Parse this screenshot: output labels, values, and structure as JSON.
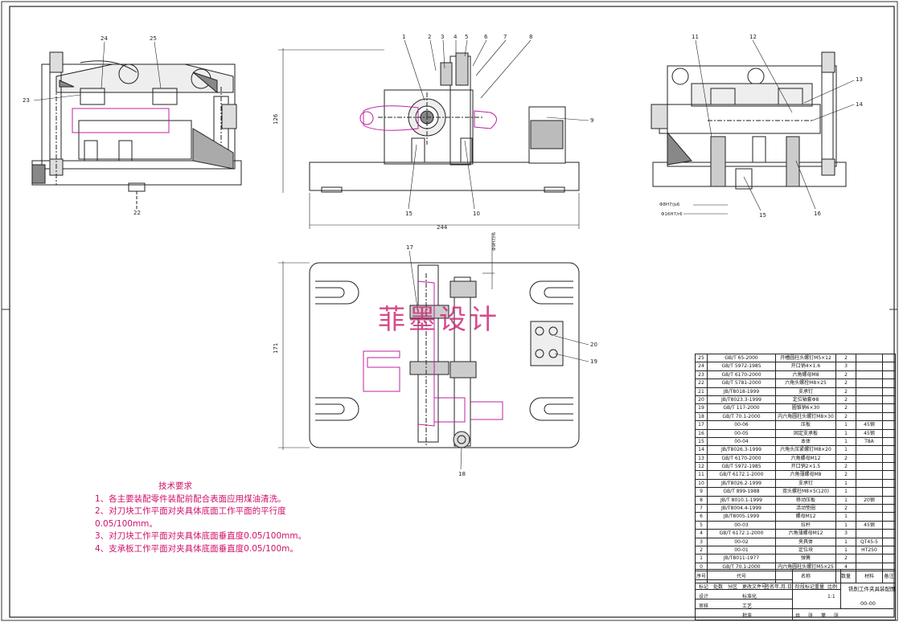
{
  "watermark": "菲墨设计",
  "notes": {
    "title": "技术要求",
    "lines": [
      "1、各主要装配零件装配前配合表面应用煤油清洗。",
      "2、对刀块工作平面对夹具体底面工作平面的平行度",
      "0.05/100mm。",
      "3、对刀块工作平面对夹具体底面垂直度0.05/100mm。",
      "4、支承板工作平面对夹具体底面垂直度0.05/100m。"
    ]
  },
  "callouts": {
    "front": [
      "1",
      "2",
      "3",
      "4",
      "5",
      "6",
      "7",
      "8",
      "9",
      "10",
      "15",
      "22",
      "23",
      "24",
      "25"
    ],
    "side": [
      "11",
      "12",
      "13",
      "14",
      "15",
      "16"
    ],
    "top": [
      "17",
      "18",
      "19",
      "20"
    ]
  },
  "dimensions": {
    "width_front": "244",
    "height_front": "126",
    "height_top": "171",
    "fit_1": "Φ8H7/js6",
    "fit_2": "Φ16H7/r6",
    "fit_3": "Φ9H7/r6"
  },
  "bom": {
    "rows": [
      [
        "25",
        "GB/T 65-2000",
        "开槽圆柱头螺钉M5×12",
        "2",
        "",
        ""
      ],
      [
        "24",
        "GB/T 5972-1985",
        "开口销4×1.6",
        "3",
        "",
        ""
      ],
      [
        "23",
        "GB/T 6170-2000",
        "六角螺母M8",
        "2",
        "",
        ""
      ],
      [
        "22",
        "GB/T 5781-2000",
        "六角头螺栓M8×25",
        "2",
        "",
        ""
      ],
      [
        "21",
        "JB/T8018-1999",
        "支承钉",
        "2",
        "",
        ""
      ],
      [
        "20",
        "JB/T8023.3-1999",
        "定位轴套Φ8",
        "2",
        "",
        ""
      ],
      [
        "19",
        "GB/T 117-2000",
        "圆锥销6×30",
        "2",
        "",
        ""
      ],
      [
        "18",
        "GB/T 70.1-2000",
        "内六角圆柱头螺钉M8×30",
        "2",
        "",
        ""
      ],
      [
        "17",
        "00-06",
        "压板",
        "1",
        "45钢",
        ""
      ],
      [
        "16",
        "00-05",
        "固定支承板",
        "1",
        "45钢",
        ""
      ],
      [
        "15",
        "00-04",
        "本体",
        "1",
        "T8A",
        ""
      ],
      [
        "14",
        "JB/T8026.3-1999",
        "六角头压紧螺钉M8×20",
        "1",
        "",
        ""
      ],
      [
        "13",
        "GB/T 6170-2000",
        "六角螺母M12",
        "2",
        "",
        ""
      ],
      [
        "12",
        "GB/T 5972-1985",
        "开口销2×1.5",
        "2",
        "",
        ""
      ],
      [
        "11",
        "GB/T 6172.1-2000",
        "六角薄螺母M8",
        "2",
        "",
        ""
      ],
      [
        "10",
        "JB/T8026.2-1999",
        "支承钉",
        "1",
        "",
        ""
      ],
      [
        "9",
        "GB/T 899-1988",
        "双头螺柱M8×5(120)",
        "1",
        "",
        ""
      ],
      [
        "8",
        "JB/T 8010.1-1999",
        "移动压板",
        "1",
        "20钢",
        ""
      ],
      [
        "7",
        "JB/T8004.4-1999",
        "活动垫圈",
        "2",
        "",
        ""
      ],
      [
        "6",
        "JB/T8005-1999",
        "螺母M12",
        "1",
        "",
        ""
      ],
      [
        "5",
        "00-03",
        "拉杆",
        "1",
        "45钢",
        ""
      ],
      [
        "4",
        "GB/T 6172.1-2000",
        "六角薄螺母M12",
        "3",
        "",
        ""
      ],
      [
        "3",
        "00-02",
        "夹具体",
        "1",
        "QT45-5",
        ""
      ],
      [
        "2",
        "00-01",
        "定位块",
        "1",
        "HT250",
        ""
      ],
      [
        "1",
        "JB/T8011-1977",
        "弹簧",
        "2",
        "",
        ""
      ],
      [
        "0",
        "GB/T 70.1-2000",
        "内六角圆柱头螺钉M5×25",
        "4",
        "",
        ""
      ]
    ],
    "header": [
      "序号",
      "代号",
      "名称",
      "数量",
      "材料",
      "备注"
    ]
  },
  "title_block": {
    "name": "铣削工件夹具装配图",
    "code": "00-00",
    "scale": "1:1",
    "cells": [
      "标记",
      "处数",
      "分区",
      "更改文件号",
      "签名",
      "年.月.日",
      "设计",
      "标准化",
      "阶段标记",
      "重量",
      "比例",
      "审核",
      "工艺",
      "批准",
      "共",
      "张",
      "第",
      "张"
    ]
  }
}
